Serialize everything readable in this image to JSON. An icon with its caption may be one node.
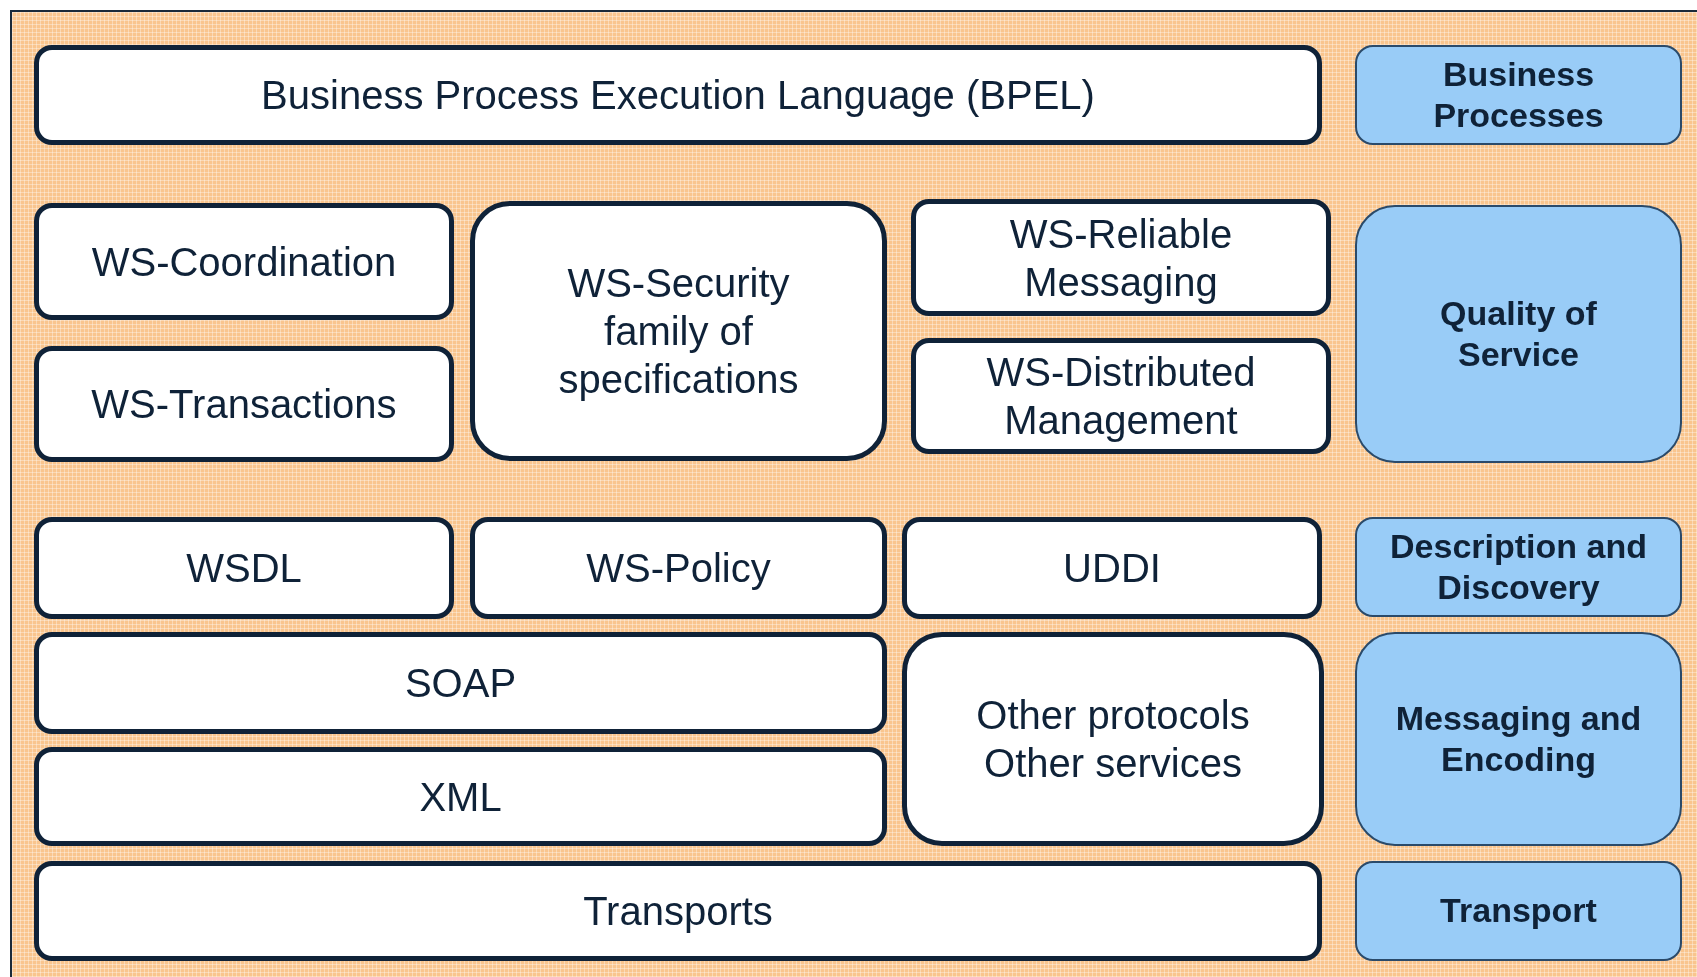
{
  "diagram": {
    "nodes": [
      {
        "text": [
          "Business Process Execution Language (BPEL)"
        ]
      },
      {
        "text": [
          "Business Processes"
        ]
      },
      {
        "text": [
          "WS-Coordination"
        ]
      },
      {
        "text": [
          "WS-Transactions"
        ]
      },
      {
        "text": [
          "WS-Security family of specifications"
        ]
      },
      {
        "text": [
          "WS-Reliable Messaging"
        ]
      },
      {
        "text": [
          "WS-Distributed Management"
        ]
      },
      {
        "text": [
          "Quality of Service"
        ]
      },
      {
        "text": [
          "WSDL"
        ]
      },
      {
        "text": [
          "WS-Policy"
        ]
      },
      {
        "text": [
          "UDDI"
        ]
      },
      {
        "text": [
          "Description and Discovery"
        ]
      },
      {
        "text": [
          "SOAP"
        ]
      },
      {
        "text": [
          "XML"
        ]
      },
      {
        "text": [
          "Other protocols Other services"
        ]
      },
      {
        "text": [
          "Messaging and Encoding"
        ]
      },
      {
        "text": [
          "Transports"
        ]
      },
      {
        "text": [
          "Transport"
        ]
      }
    ]
  }
}
